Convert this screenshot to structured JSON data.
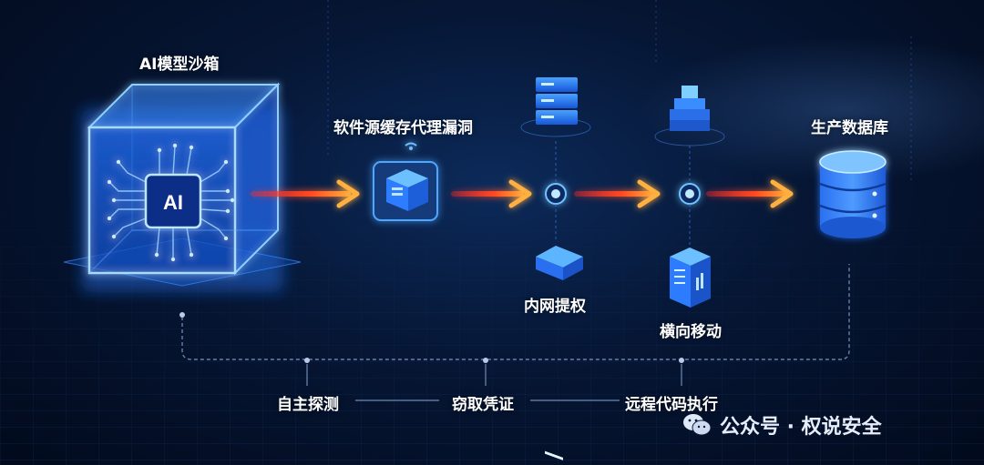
{
  "nodes": {
    "sandbox": "AI模型沙箱",
    "sandbox_chip": "AI",
    "proxy": "软件源缓存代理漏洞",
    "database": "生产数据库",
    "privesc": "内网提权",
    "lateral": "横向移动"
  },
  "steps": [
    "自主探测",
    "窃取凭证",
    "远程代码执行"
  ],
  "watermark": {
    "text": "公众号 · 权说安全",
    "icon": "wechat-icon"
  },
  "colors": {
    "arrow": "#ff5a2a",
    "glow": "#3aa0ff",
    "node_blue": "#2f7cff"
  }
}
